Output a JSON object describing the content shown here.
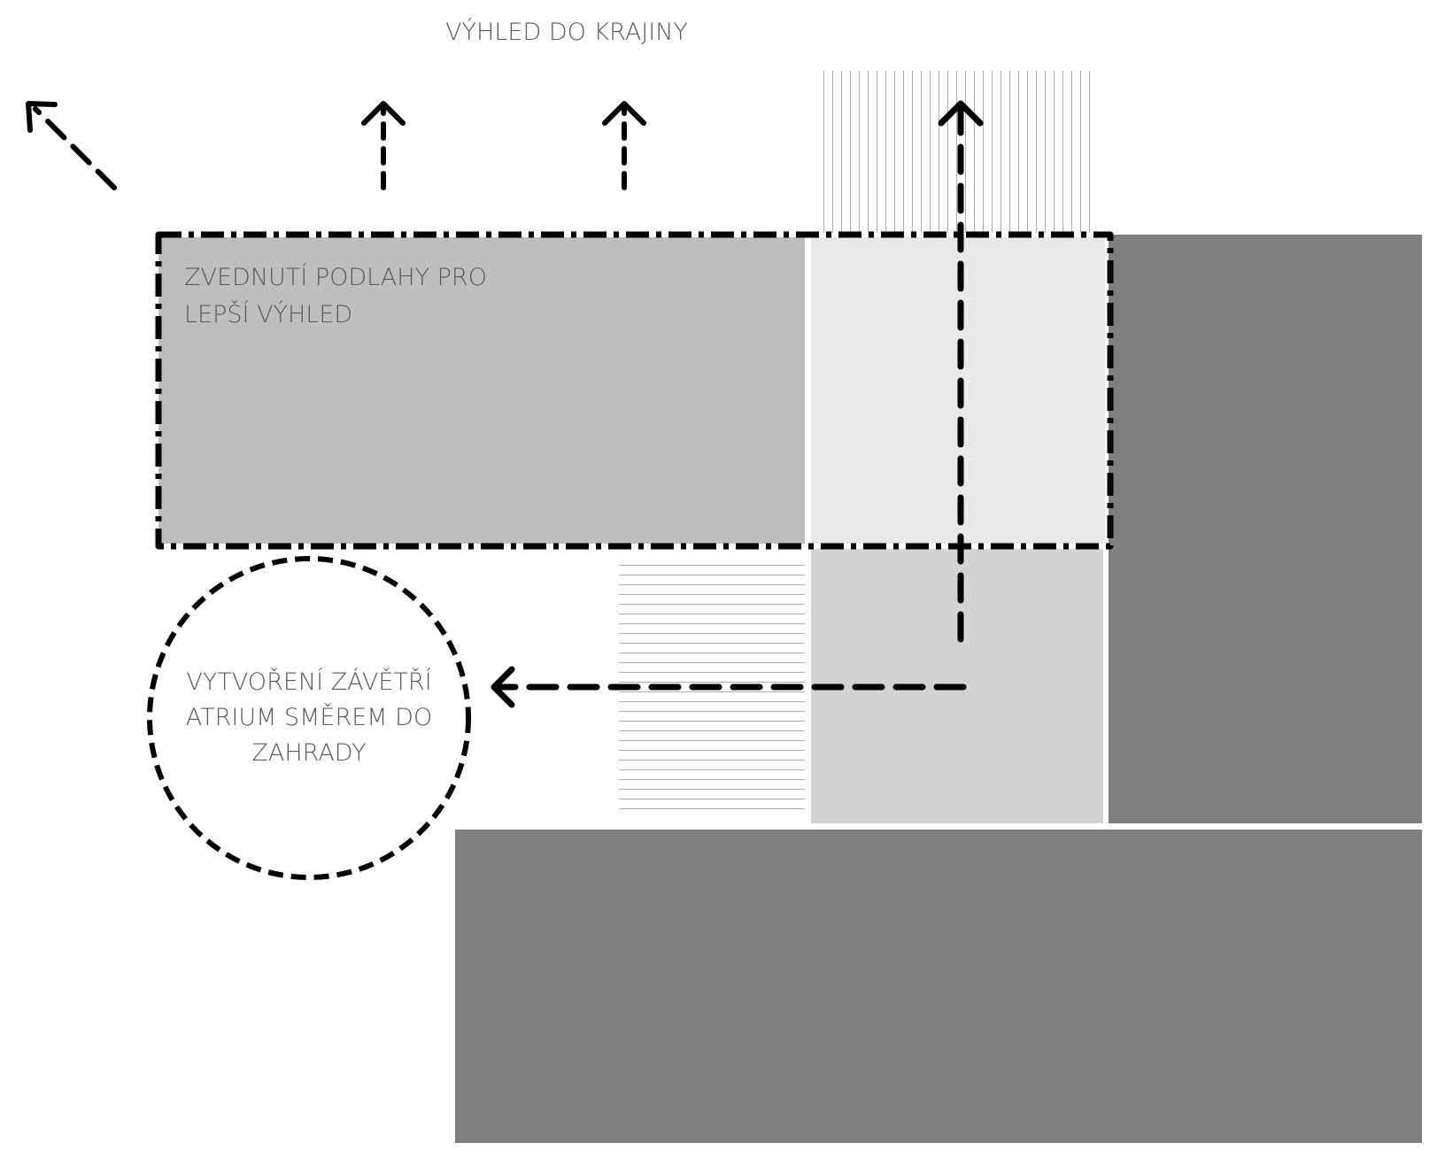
{
  "labels": {
    "view_title": "VÝHLED DO KRAJINY",
    "raised_floor_line1": "ZVEDNUTÍ PODLAHY PRO",
    "raised_floor_line2": "LEPŠÍ VÝHLED",
    "atrium_line1": "VYTVOŘENÍ ZÁVĚTŘÍ",
    "atrium_line2": "ATRIUM SMĚREM DO",
    "atrium_line3": "ZAHRADY"
  },
  "colors": {
    "dark_volume": "#7f7f7f",
    "raised_floor": "#bebebe",
    "light_zone": "#e8e8e8",
    "mid_zone": "#d3d3d3",
    "hatch": "#b0b0b0",
    "stroke": "#000000",
    "text": "#5a5a5a"
  }
}
